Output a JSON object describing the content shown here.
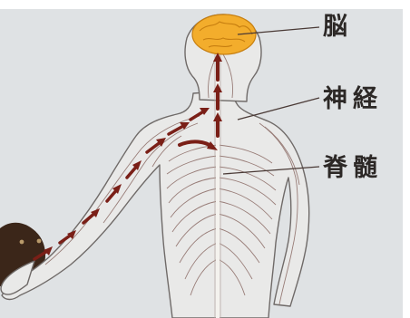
{
  "diagram": {
    "labels": {
      "brain": "脳",
      "nerve": "神経",
      "spinal_cord": "脊髄"
    },
    "colors": {
      "background": "#dfe2e4",
      "body_fill": "#e9e9e8",
      "outline": "#6f6a68",
      "nerve_line": "#8a3b32",
      "arrow": "#7a1f17",
      "brain": "#f3ad2c",
      "spinal_cord": "#f4f2ee",
      "animal": "#3b2619",
      "text": "#2c2826"
    }
  }
}
